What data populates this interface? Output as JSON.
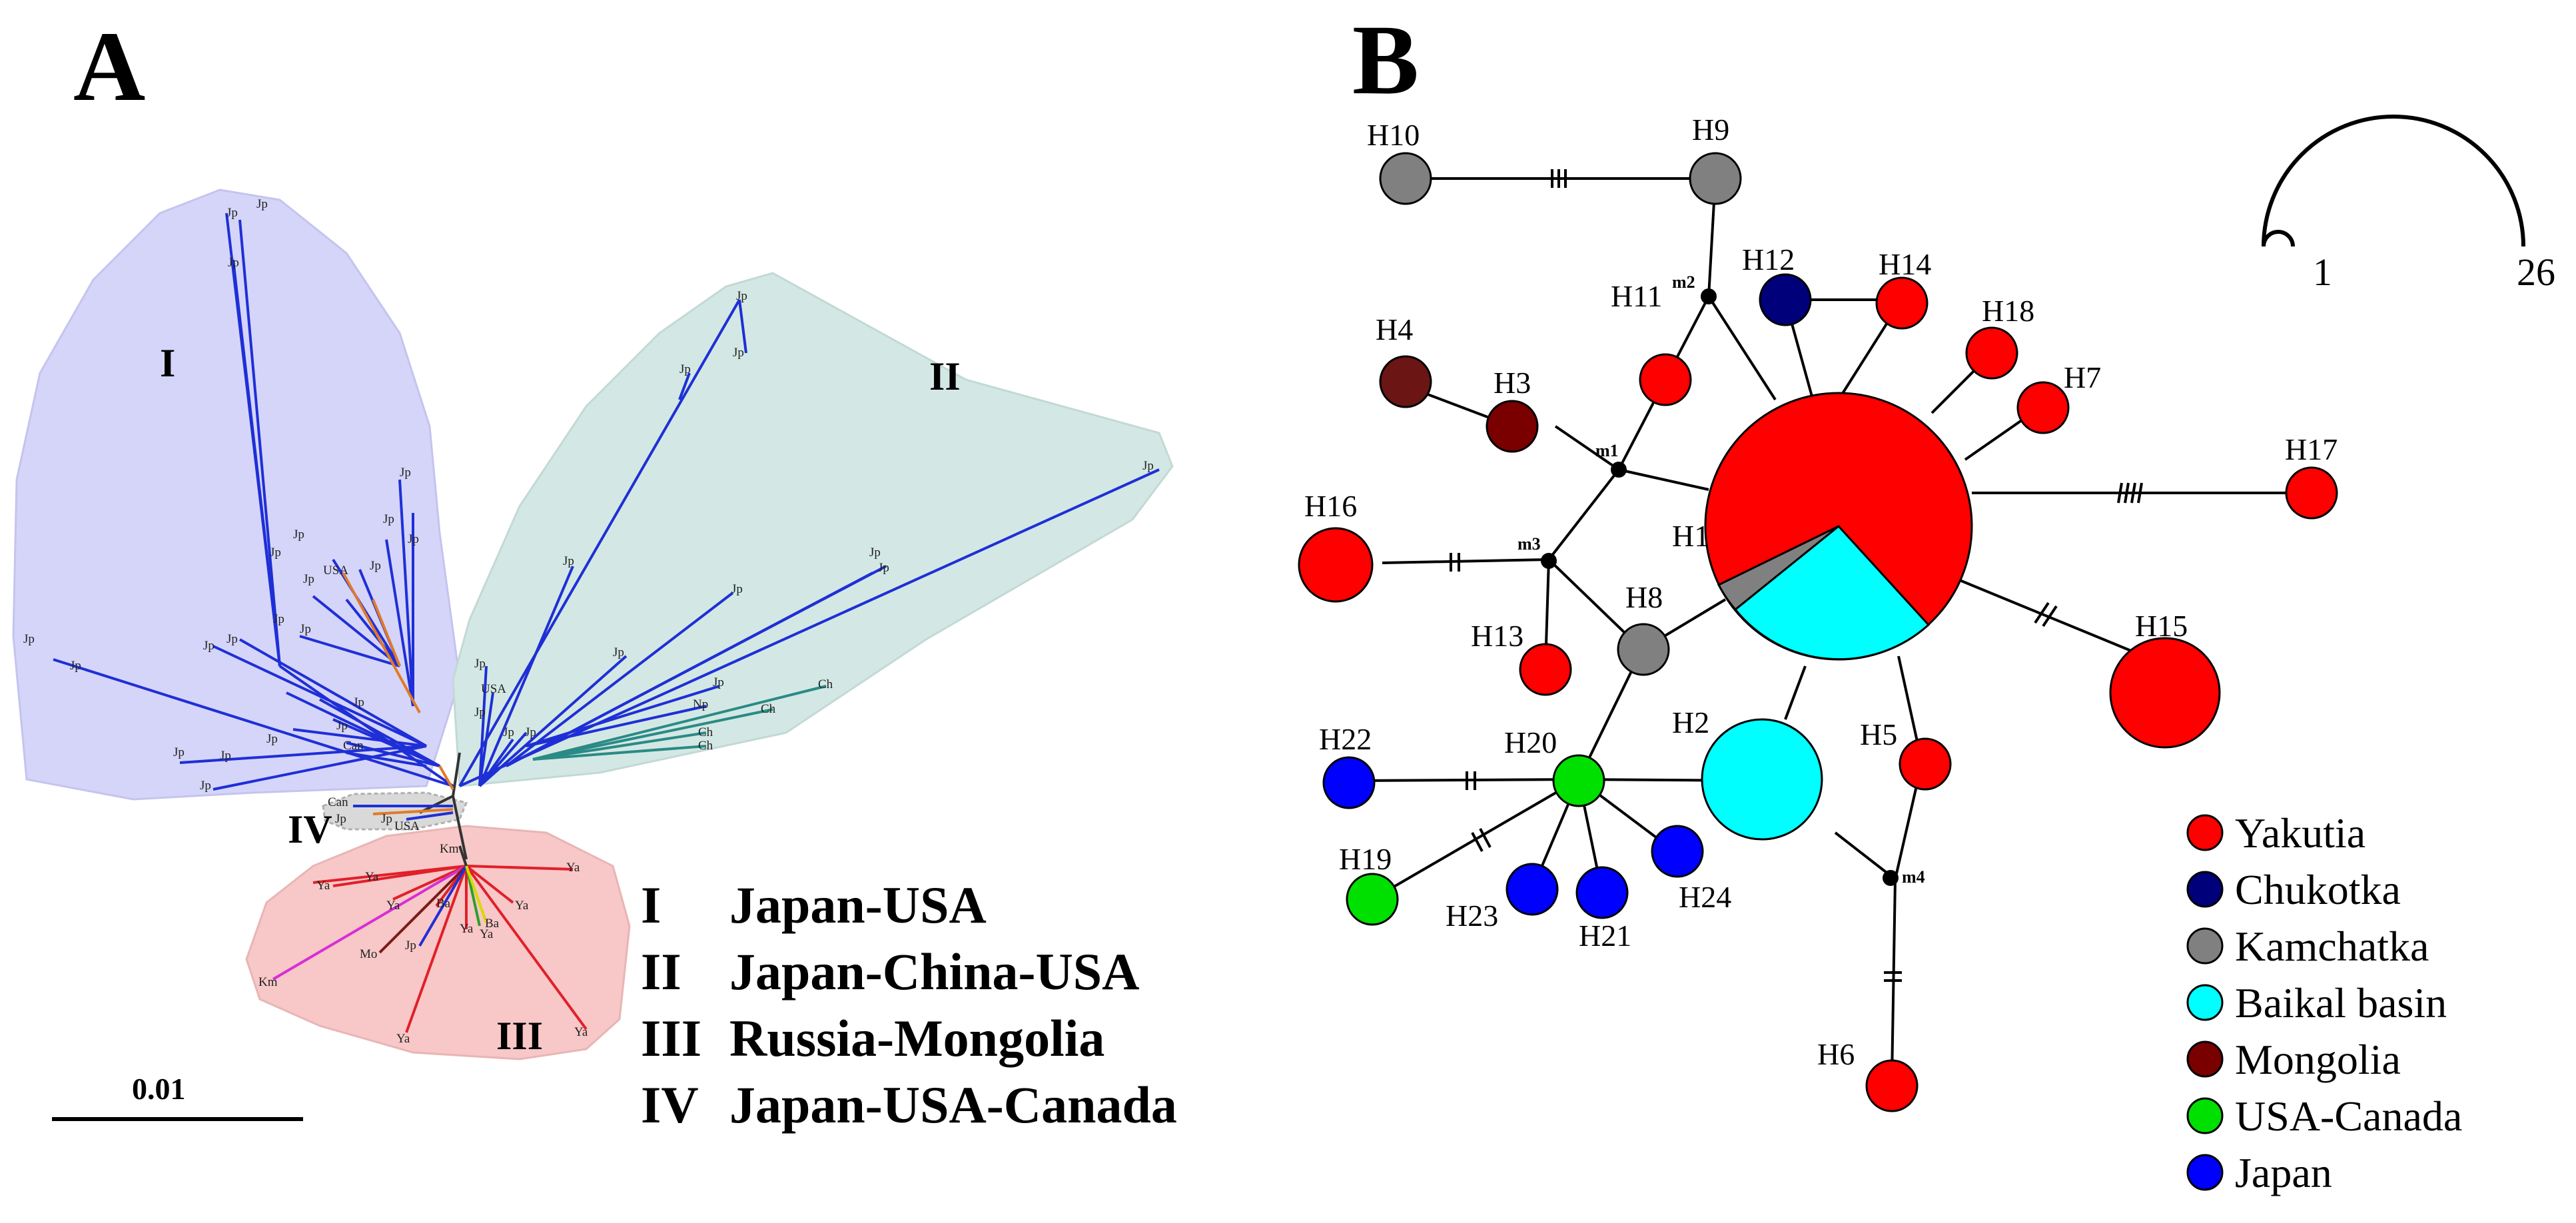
{
  "panels": {
    "a_label": "A",
    "b_label": "B"
  },
  "tree": {
    "clades": [
      {
        "id": "I",
        "numeral": "I",
        "name": "Japan-USA",
        "fill": "#d5d5fa"
      },
      {
        "id": "II",
        "numeral": "II",
        "name": "Japan-China-USA",
        "fill": "#d3e8e4"
      },
      {
        "id": "III",
        "numeral": "III",
        "name": "Russia-Mongolia",
        "fill": "#f8c7c7"
      },
      {
        "id": "IV",
        "numeral": "IV",
        "name": "Japan-USA-Canada",
        "fill": "#d9d9d9"
      }
    ],
    "scale_bar_label": "0.01",
    "leaf_labels": {
      "jp": "Jp",
      "usa": "USA",
      "can": "Can",
      "ch": "Ch",
      "np": "Np",
      "ya": "Ya",
      "km": "Km",
      "ba": "Ba",
      "mo": "Mo"
    },
    "branch_colors": {
      "japan": "#1f2fd6",
      "usa": "#e07a2a",
      "china": "#2a8a86",
      "russia": "#e0202a",
      "mongolia": "#d62fd6",
      "usa_canada": "#2aa02a",
      "trunk": "#333333"
    }
  },
  "network": {
    "haplotypes": [
      "H1",
      "H2",
      "H3",
      "H4",
      "H5",
      "H6",
      "H7",
      "H8",
      "H9",
      "H10",
      "H11",
      "H12",
      "H13",
      "H14",
      "H15",
      "H16",
      "H17",
      "H18",
      "H19",
      "H20",
      "H21",
      "H22",
      "H23",
      "H24"
    ],
    "median_vectors": [
      "m1",
      "m2",
      "m3",
      "m4"
    ],
    "size_scale": {
      "min_label": "1",
      "max_label": "26"
    },
    "legend": [
      {
        "name": "Yakutia",
        "color": "#ff0000"
      },
      {
        "name": "Chukotka",
        "color": "#00007a"
      },
      {
        "name": "Kamchatka",
        "color": "#808080"
      },
      {
        "name": "Baikal basin",
        "color": "#00ffff"
      },
      {
        "name": "Mongolia",
        "color": "#7a0000"
      },
      {
        "name": "USA-Canada",
        "color": "#00e000"
      },
      {
        "name": "Japan",
        "color": "#0000ff"
      }
    ]
  }
}
